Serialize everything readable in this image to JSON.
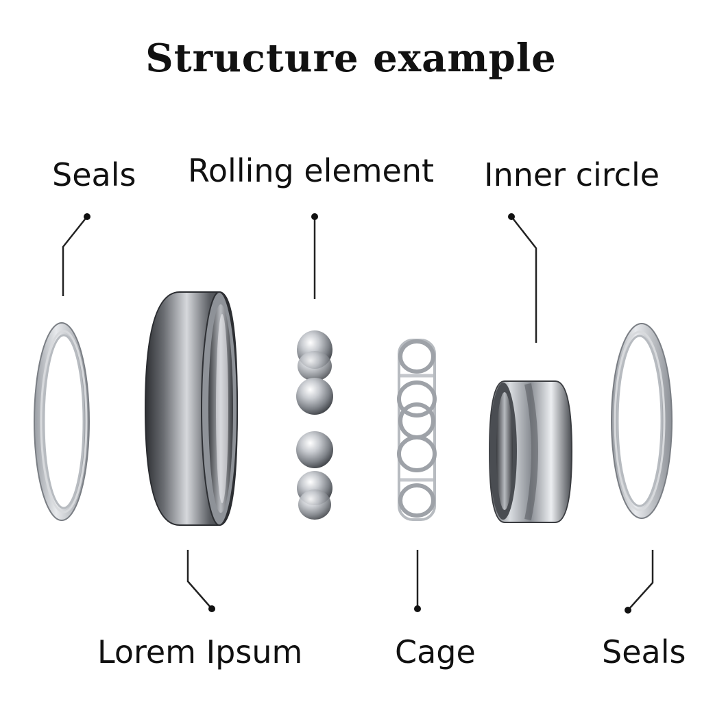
{
  "title": "Structure example",
  "labels": {
    "seals_top": "Seals",
    "rolling_element": "Rolling element",
    "inner_circle": "Inner circle",
    "outer_ring": "Lorem Ipsum",
    "cage": "Cage",
    "seals_bottom": "Seals"
  },
  "colors": {
    "text": "#111111",
    "metal_light": "#e9ebee",
    "metal_mid": "#a9adb3",
    "metal_dark": "#3c3e42",
    "background": "#ffffff"
  }
}
